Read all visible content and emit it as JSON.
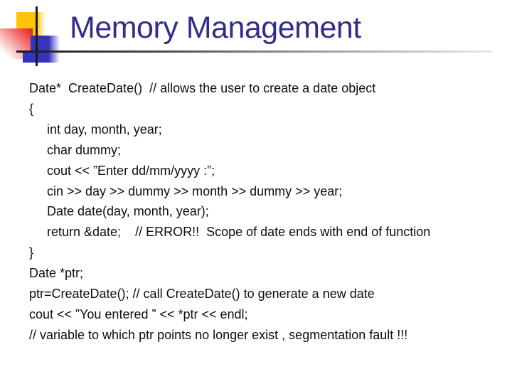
{
  "slide": {
    "title": "Memory Management",
    "code_lines": [
      "Date*  CreateDate()  // allows the user to create a date object",
      "{",
      "int day, month, year;",
      "char dummy;",
      "cout << ”Enter dd/mm/yyyy :”;",
      "cin >> day >> dummy >> month >> dummy >> year;",
      "Date date(day, month, year);",
      "return &date;    // ERROR!!  Scope of date ends with end of function",
      "}",
      "Date *ptr;",
      "ptr=CreateDate(); // call CreateDate() to generate a new date",
      "cout << ”You entered ” << *ptr << endl;",
      "// variable to which ptr points no longer exist , segmentation fault !!!"
    ]
  },
  "colors": {
    "title_text": "#312e8b",
    "body_text": "#0e0e0e",
    "square_yellow": "#fcc60a",
    "square_red": "#e51a1a",
    "square_blue": "#3434be",
    "rule_dark": "#1a1a1a"
  }
}
